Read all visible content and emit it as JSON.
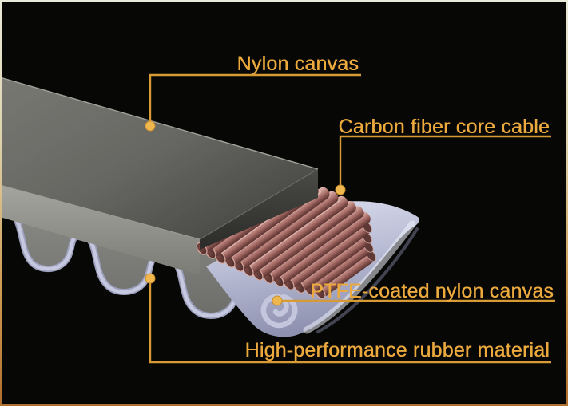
{
  "diagram": {
    "type": "timing-belt-cutaway-callout-diagram",
    "annotations": [
      {
        "id": "nylon",
        "label": "Nylon canvas"
      },
      {
        "id": "carbon",
        "label": "Carbon fiber core cable"
      },
      {
        "id": "ptfe",
        "label": "PTFE-coated nylon canvas"
      },
      {
        "id": "rubber",
        "label": "High-performance rubber material"
      }
    ],
    "colors": {
      "accent": "#eba93e",
      "leader-line": "#d79a35",
      "callout-dot": "#efb84f",
      "background": "#070705",
      "belt-gray": "#8e8e8a",
      "cable-copper": "#b17771",
      "ptfe-lavender": "#bfc3da",
      "frame-top": "#e9e9da",
      "frame-bottom": "#b06f2e"
    }
  }
}
